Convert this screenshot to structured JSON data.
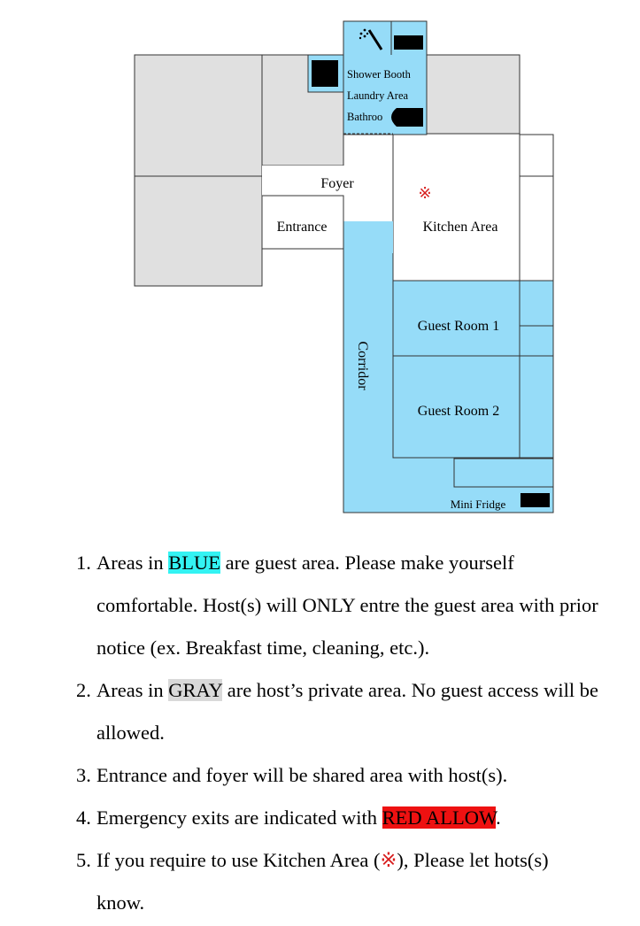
{
  "plan": {
    "labels": {
      "shower_booth": "Shower Booth",
      "laundry_area": "Laundry Area",
      "bathroom": "Bathroo",
      "foyer": "Foyer",
      "entrance": "Entrance",
      "kitchen_area": "Kitchen Area",
      "kitchen_mark": "※",
      "guest_room_1": "Guest Room 1",
      "guest_room_2": "Guest Room 2",
      "corridor": "Corridor",
      "mini_fridge": "Mini Fridge"
    },
    "colors": {
      "guest_area": "#96dcf8",
      "host_area": "#e0e0e0",
      "shared_area": "#ffffff",
      "kitchen_mark": "#d81e1e"
    }
  },
  "rules": {
    "item1": {
      "num": "1.",
      "pre": "Areas in ",
      "highlight": "BLUE",
      "line1_rest": " are guest area. Please make yourself",
      "line2": "comfortable. Host(s) will ONLY entre the guest area with prior",
      "line3": "notice (ex. Breakfast time, cleaning, etc.)."
    },
    "item2": {
      "num": "2.",
      "pre": "Areas in ",
      "highlight": "GRAY",
      "line1_rest": " are host’s private area. No guest access will be",
      "line2": "allowed."
    },
    "item3": {
      "num": "3.",
      "text": "Entrance and foyer will be shared area with host(s)."
    },
    "item4": {
      "num": "4.",
      "pre": "Emergency exits are indicated with ",
      "highlight": "RED ALLOW",
      "post": "."
    },
    "item5": {
      "num": "5.",
      "pre": "If you require to use Kitchen Area (",
      "mark": "※",
      "post": "), Please let hots(s)",
      "line2": "know."
    }
  }
}
